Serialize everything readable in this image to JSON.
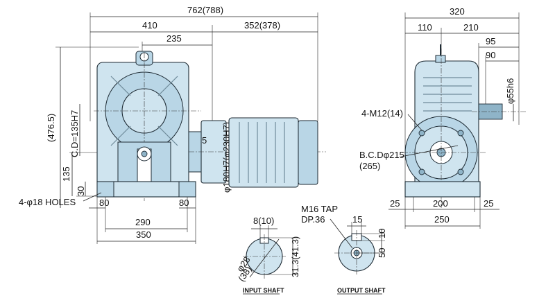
{
  "front_view": {
    "overall_length": "762(788)",
    "gear_length": "410",
    "motor_length": "352(378)",
    "top_offset": "235",
    "overall_height": "(476.5)",
    "center_distance": "C.D=135H7",
    "shaft_height": "135",
    "base_thickness": "30",
    "flange_dim": "φ180H7(φ230H7)",
    "flange_step": "5",
    "holes_label": "4-φ18 HOLES",
    "foot_left": "80",
    "foot_right": "80",
    "hole_spacing": "290",
    "base_length": "350"
  },
  "side_view": {
    "overall_width": "320",
    "left_width": "110",
    "right_width": "210",
    "shaft_ext_outer": "95",
    "shaft_ext_inner": "90",
    "shaft_dia": "φ55h6",
    "thread_label": "4-M12(14)",
    "bcd_label": "B.C.Dφ215",
    "bcd_alt": "(265)",
    "base_left": "25",
    "base_mid": "200",
    "base_right": "25",
    "base_width": "250"
  },
  "input_shaft": {
    "key_width": "8(10)",
    "shaft_dia": "φ28",
    "shaft_dia_alt": "(38)",
    "key_height": "31.3(41.3)",
    "caption": "INPUT SHAFT"
  },
  "output_shaft": {
    "tap_label": "M16 TAP",
    "tap_depth": "DP.36",
    "key_width": "15",
    "key_depth": "10",
    "shaft_half": "50",
    "caption": "OUTPUT SHAFT"
  }
}
